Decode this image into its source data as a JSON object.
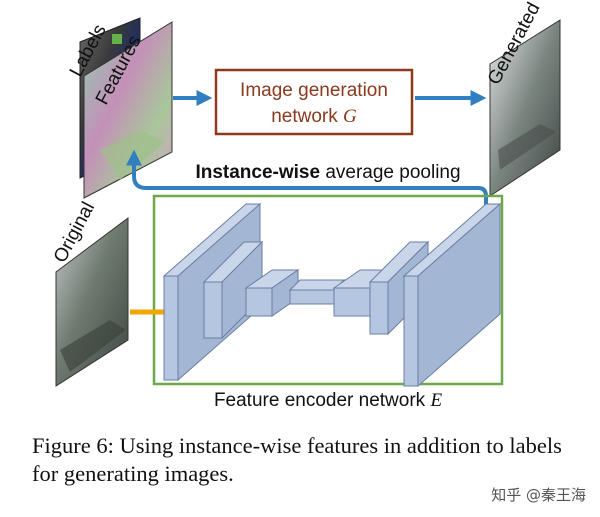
{
  "labels": {
    "labels_panel": "Labels",
    "features_panel": "Features",
    "generated_panel": "Generated",
    "original_panel": "Original"
  },
  "generator": {
    "line1": "Image generation",
    "line2_prefix": "network ",
    "line2_symbol": "G"
  },
  "pooling": {
    "bold": "Instance-wise",
    "rest": " average pooling"
  },
  "encoder": {
    "label_prefix": "Feature encoder network ",
    "label_symbol": "E"
  },
  "caption": {
    "line1": "Figure 6: Using instance-wise features in addition to labels",
    "line2": "for generating images."
  },
  "watermark": "知乎 @秦王海",
  "colors": {
    "generator_border": "#8b3a1e",
    "generator_text": "#8b3a1e",
    "encoder_border": "#6fa84a",
    "arrow_blue": "#2f7fc1",
    "arrow_orange": "#f0a500",
    "block_fill": "#b5c6e0",
    "block_stroke": "#6b7fa3"
  }
}
